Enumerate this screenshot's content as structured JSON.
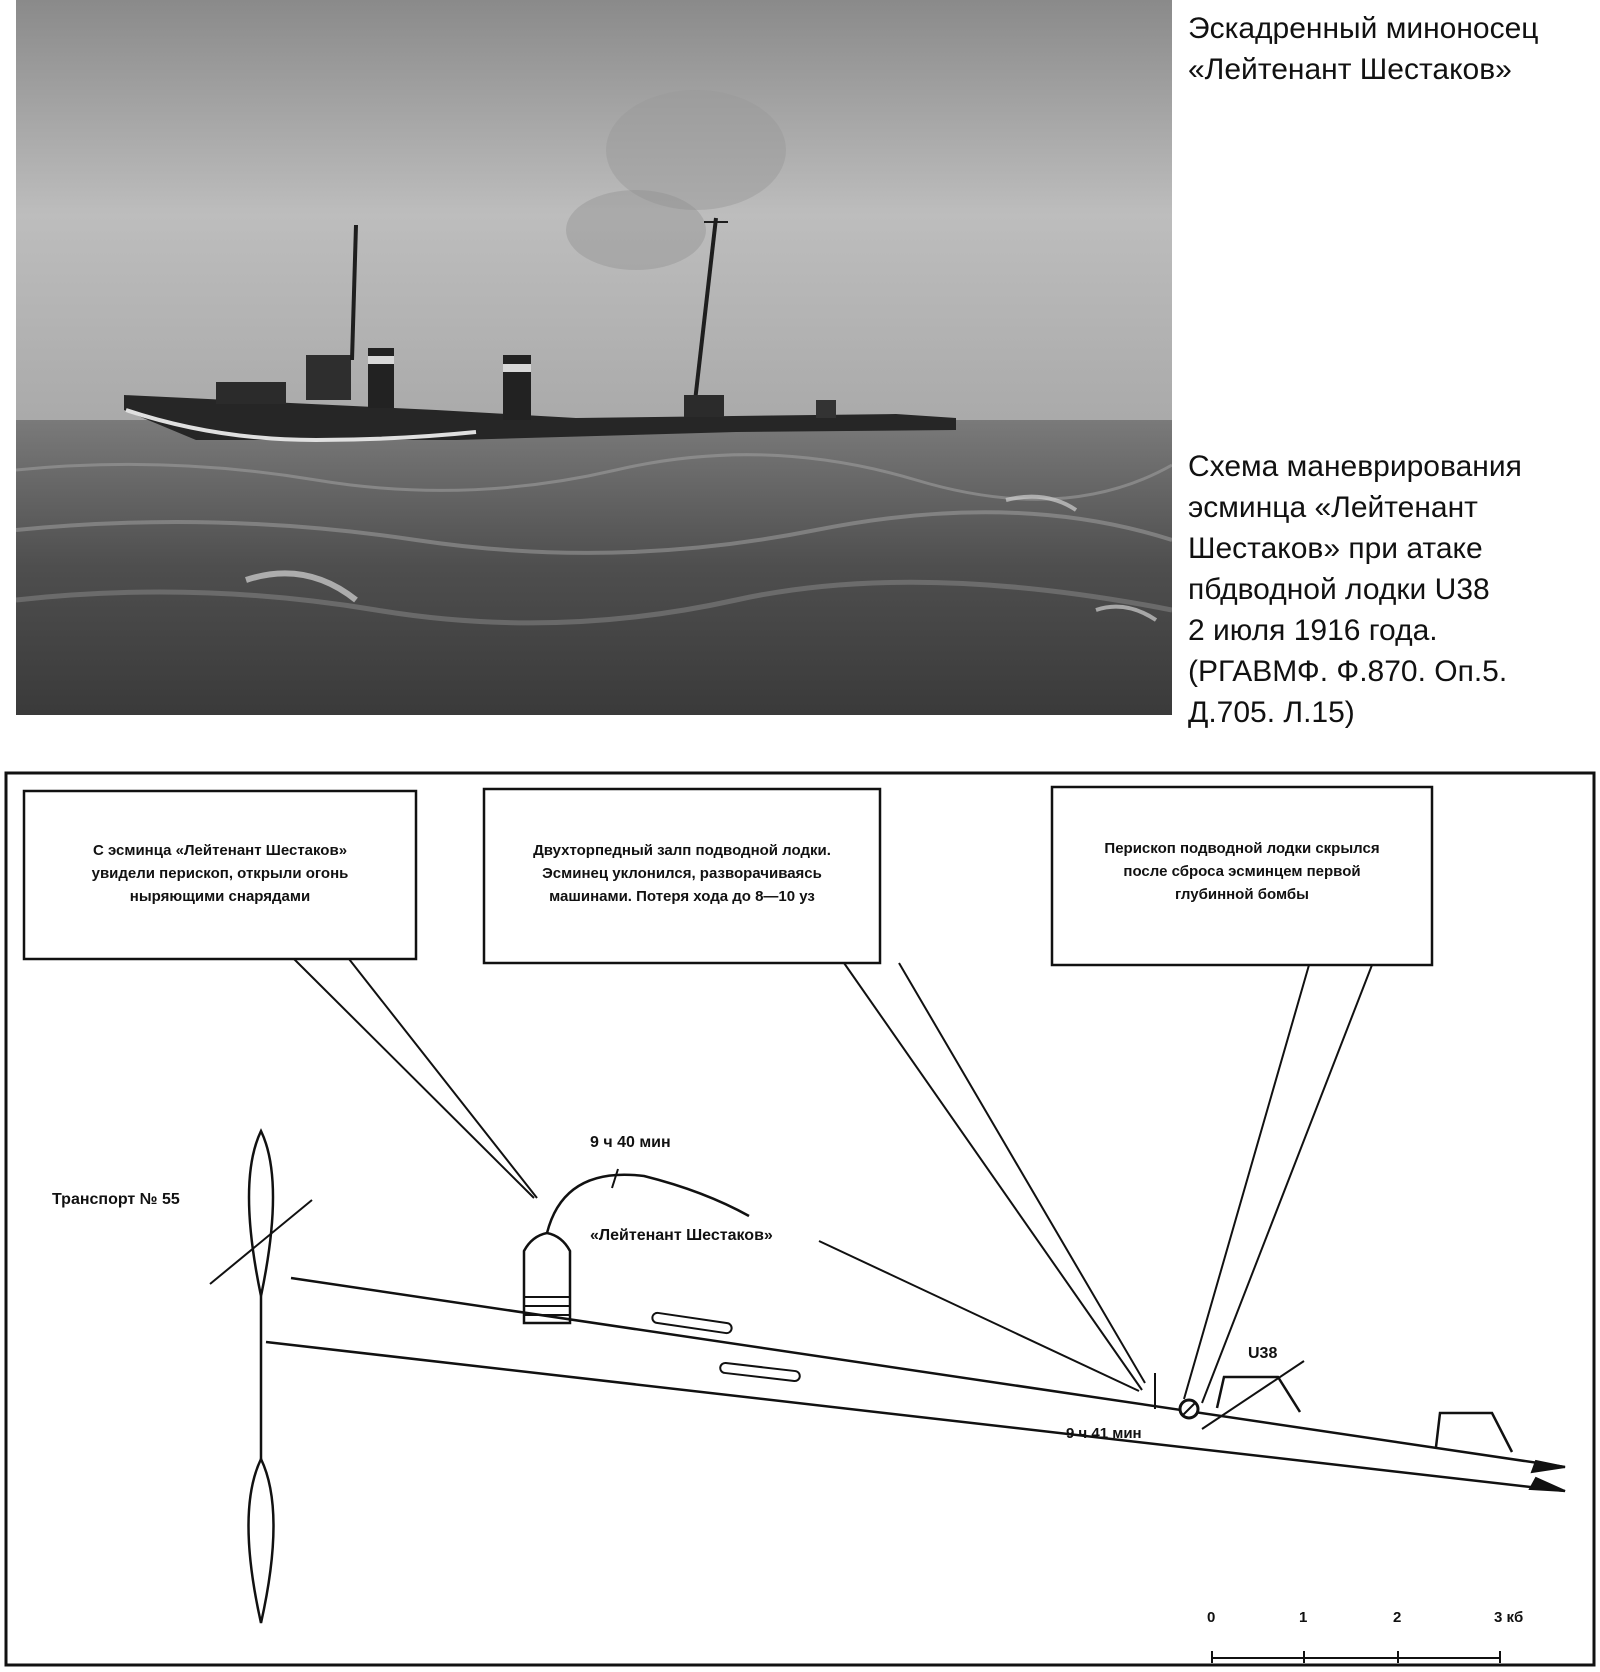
{
  "photo": {
    "icon": "destroyer-photo"
  },
  "caption_top": {
    "lines": [
      "Эскадренный миноносец",
      "«Лейтенант Шестаков»"
    ]
  },
  "caption_scheme": {
    "lines": [
      "Схема маневрирования",
      "эсминца «Лейтенант",
      "Шестаков» при атаке",
      "пбдводной лодки U38",
      "2 июля 1916 года.",
      "(РГАВМФ. Ф.870. Оп.5.",
      "Д.705. Л.15)"
    ]
  },
  "diagram": {
    "callouts": [
      {
        "lines": [
          "С эсминца «Лейтенант Шестаков»",
          "увидели перископ, открыли огонь",
          "ныряющими снарядами"
        ]
      },
      {
        "lines": [
          "Двухторпедный залп подводной лодки.",
          "Эсминец уклонился, разворачиваясь",
          "машинами. Потеря хода до 8—10 уз"
        ]
      },
      {
        "lines": [
          "Перископ подводной лодки скрылся",
          "после сброса эсминцем первой",
          "глубинной бомбы"
        ]
      }
    ],
    "labels": {
      "transport": "Транспорт № 55",
      "destroyer": "«Лейтенант Шестаков»",
      "time1": "9 ч 40 мин",
      "time2": "9 ч 41 мин",
      "submarine": "U38"
    },
    "scale": {
      "ticks": [
        "0",
        "1",
        "2",
        "3 кб"
      ]
    }
  }
}
